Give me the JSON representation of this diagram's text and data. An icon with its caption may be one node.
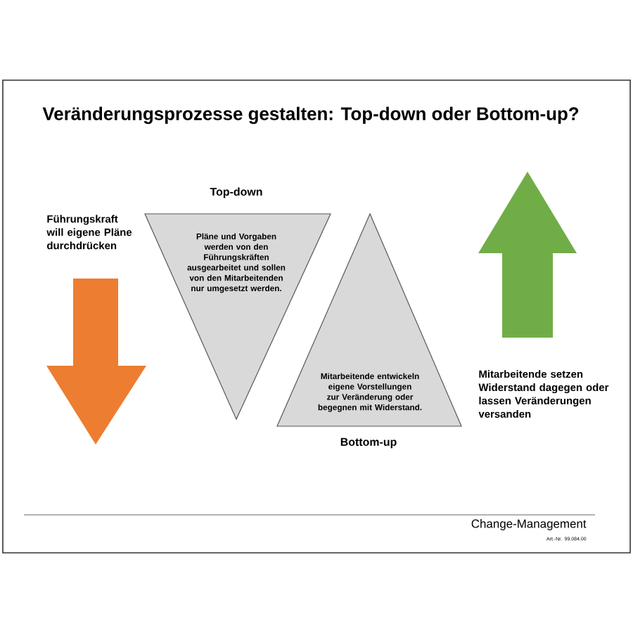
{
  "diagram": {
    "title": "Veränderungsprozesse gestalten: Top-down oder Bottom-up?",
    "nodes": [
      {
        "text": [
          "Top-down",
          "Pläne und Vorgaben werden von den Führungskräften ausgearbeitet und sollen von den Mitarbeitenden nur umgesetzt werden."
        ]
      },
      {
        "text": [
          "Mitarbeitende entwickeln eigene Vorstellungen zur Veränderung oder begegnen mit Widerstand.",
          "Bottom-up"
        ]
      }
    ],
    "labels": [
      "Führungskraft will eigene Pläne durchdrücken",
      "Mitarbeitende setzen Widerstand dagegen oder lassen Veränderungen versanden",
      "Change-Management",
      "Art.-Nr. 99.084.00"
    ]
  }
}
